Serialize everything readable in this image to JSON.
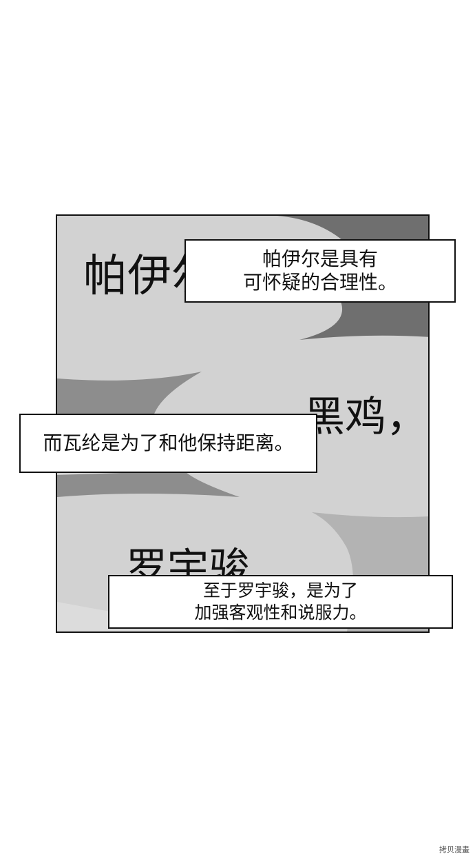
{
  "panel": {
    "big_text_1": "帕伊尔",
    "big_text_2": "黑鸡，",
    "big_text_3": "罗宇骏"
  },
  "captions": {
    "caption_1": {
      "line_1": "帕伊尔是具有",
      "line_2": "可怀疑的合理性。"
    },
    "caption_2": {
      "line_1": "而瓦纶是为了和他保持距离。"
    },
    "caption_3": {
      "line_1": "至于罗宇骏，是为了",
      "line_2": "加强客观性和说服力。"
    }
  },
  "watermark": "拷贝漫畫",
  "colors": {
    "panel_light": "#cfcfcf",
    "panel_dark": "#6f6f6f",
    "panel_mid": "#8f8f8f",
    "panel_soft": "#b5b5b5"
  }
}
